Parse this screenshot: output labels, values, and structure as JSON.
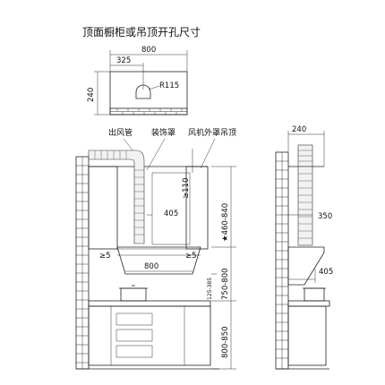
{
  "title": "顶面橱柜或吊顶开孔尺寸",
  "top_view": {
    "width": "800",
    "offset": "325",
    "radius": "R115",
    "depth": "240"
  },
  "labels": {
    "outlet": "出风管",
    "cover": "装饰罩",
    "outer_cover": "风机外罩吊顶"
  },
  "front_view": {
    "dim_110": "≥110",
    "dim_405": "405",
    "dim_460_840": "★460-840",
    "dim_ge5_left": "≥5",
    "dim_ge5_right": "≥5",
    "dim_800": "800",
    "dim_750_800": "750-800",
    "dim_125_385": "125-385",
    "dim_800_850": "800-850"
  },
  "side_view": {
    "dim_240": "240",
    "dim_350": "350",
    "dim_405": "405"
  }
}
